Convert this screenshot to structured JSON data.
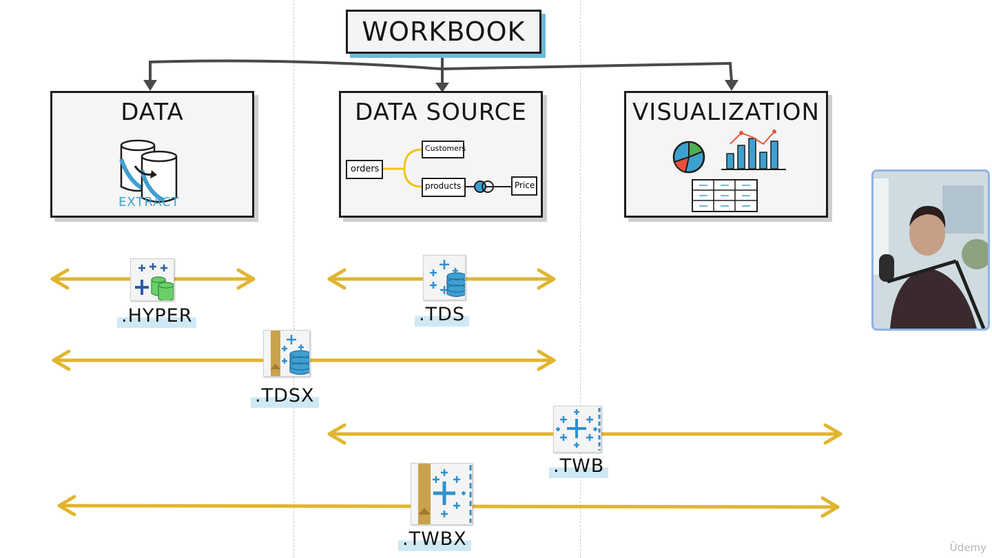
{
  "title": "WORKBOOK",
  "panels": {
    "data": {
      "title": "DATA",
      "extract_label": "EXTRACT"
    },
    "data_source": {
      "title": "DATA SOURCE",
      "tables": {
        "orders": "orders",
        "customers": "Customers",
        "products": "products",
        "price": "Price"
      }
    },
    "visualization": {
      "title": "VISUALIZATION"
    }
  },
  "file_types": {
    "hyper": ".HYPER",
    "tds": ".TDS",
    "tdsx": ".TDSX",
    "twb": ".TWB",
    "twbx": ".TWBX"
  },
  "watermark": "Ûdemy",
  "colors": {
    "arrow": "#e0b52f",
    "accent_blue": "#2f8fcf",
    "title_shadow": "#6bb9d6",
    "ink": "#1d1d1d"
  },
  "icons": [
    "tableau-hyper-file-icon",
    "tableau-tds-file-icon",
    "tableau-tdsx-file-icon",
    "tableau-twb-file-icon",
    "tableau-twbx-file-icon",
    "database-icon",
    "pie-chart-icon",
    "bar-chart-icon",
    "table-icon"
  ]
}
